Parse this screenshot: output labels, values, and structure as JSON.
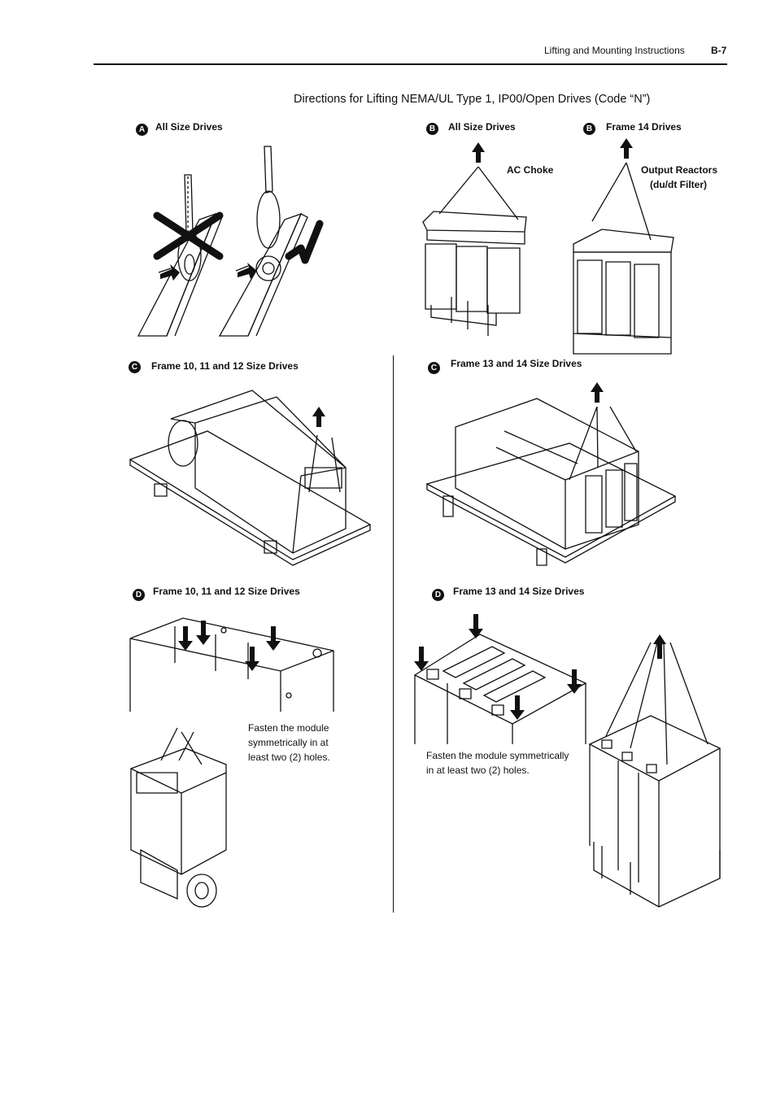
{
  "header": {
    "section": "Lifting and Mounting Instructions",
    "page": "B-7"
  },
  "title": "Directions for Lifting NEMA/UL Type 1, IP00/Open Drives (Code “N”)",
  "panels": {
    "a_all": {
      "badge": "A",
      "label": "All Size Drives"
    },
    "b_all": {
      "badge": "B",
      "label": "All Size Drives",
      "callout": "AC Choke"
    },
    "b_f14": {
      "badge": "B",
      "label": "Frame 14 Drives",
      "callout_line1": "Output Reactors",
      "callout_line2": "(du/dt Filter)"
    },
    "c_f10": {
      "badge": "C",
      "label": "Frame 10, 11 and 12 Size Drives"
    },
    "c_f13": {
      "badge": "C",
      "label": "Frame 13 and 14 Size Drives"
    },
    "d_f10": {
      "badge": "D",
      "label": "Frame 10, 11 and 12 Size Drives",
      "note_line1": "Fasten the module",
      "note_line2": "symmetrically in at",
      "note_line3": "least two (2) holes."
    },
    "d_f13": {
      "badge": "D",
      "label": "Frame 13 and 14 Size Drives",
      "note_line1": "Fasten the module symmetrically",
      "note_line2": "in at least two (2) holes."
    }
  }
}
